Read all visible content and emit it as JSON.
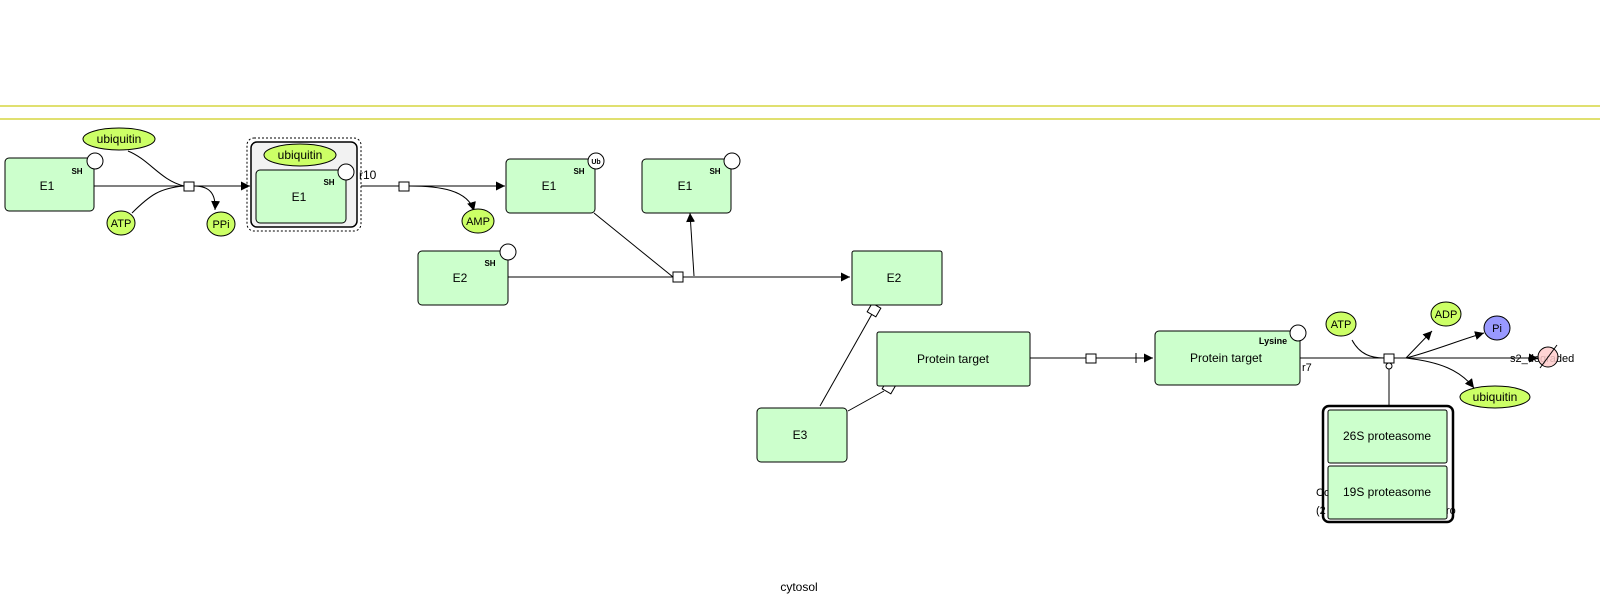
{
  "compartment": {
    "label": "cytosol"
  },
  "colors": {
    "protein_fill": "#ccffcc",
    "small_molecule_fill": "#ccff66",
    "pi_fill": "#9999ff",
    "degraded_fill": "#ffcccc",
    "compartment_line": "#e0e070",
    "complex_fill": "#f2f2f2"
  },
  "nodes": {
    "e1_free": {
      "label": "E1",
      "residue": "SH"
    },
    "ubiquitin_in": {
      "label": "ubiquitin"
    },
    "atp_1": {
      "label": "ATP"
    },
    "ppi": {
      "label": "PPi"
    },
    "complex_ub_e1": {
      "ubiquitin": "ubiquitin",
      "e1": "E1",
      "residue": "SH"
    },
    "reaction_r10": {
      "label": "r10"
    },
    "amp": {
      "label": "AMP"
    },
    "e1_ub": {
      "label": "E1",
      "residue": "SH",
      "modification": "Ub"
    },
    "e1_released": {
      "label": "E1",
      "residue": "SH"
    },
    "e2_free": {
      "label": "E2",
      "residue": "SH"
    },
    "e2_charged": {
      "label": "E2"
    },
    "e3": {
      "label": "E3"
    },
    "protein_target_1": {
      "label": "Protein target"
    },
    "protein_target_2": {
      "label": "Protein target",
      "residue": "Lysine"
    },
    "reaction_r7": {
      "label": "r7"
    },
    "atp_2": {
      "label": "ATP"
    },
    "adp": {
      "label": "ADP"
    },
    "pi": {
      "label": "Pi"
    },
    "ubiquitin_out": {
      "label": "ubiquitin"
    },
    "degraded": {
      "label": "s2_degraded"
    },
    "proteasome_26s": {
      "label": "26S proteasome"
    },
    "proteasome_19s": {
      "label": "19S proteasome"
    },
    "proteasome_complex_fragment_1": {
      "label": "Co"
    },
    "proteasome_complex_fragment_2": {
      "label": "(2"
    },
    "proteasome_complex_fragment_3": {
      "label": "ro"
    }
  }
}
